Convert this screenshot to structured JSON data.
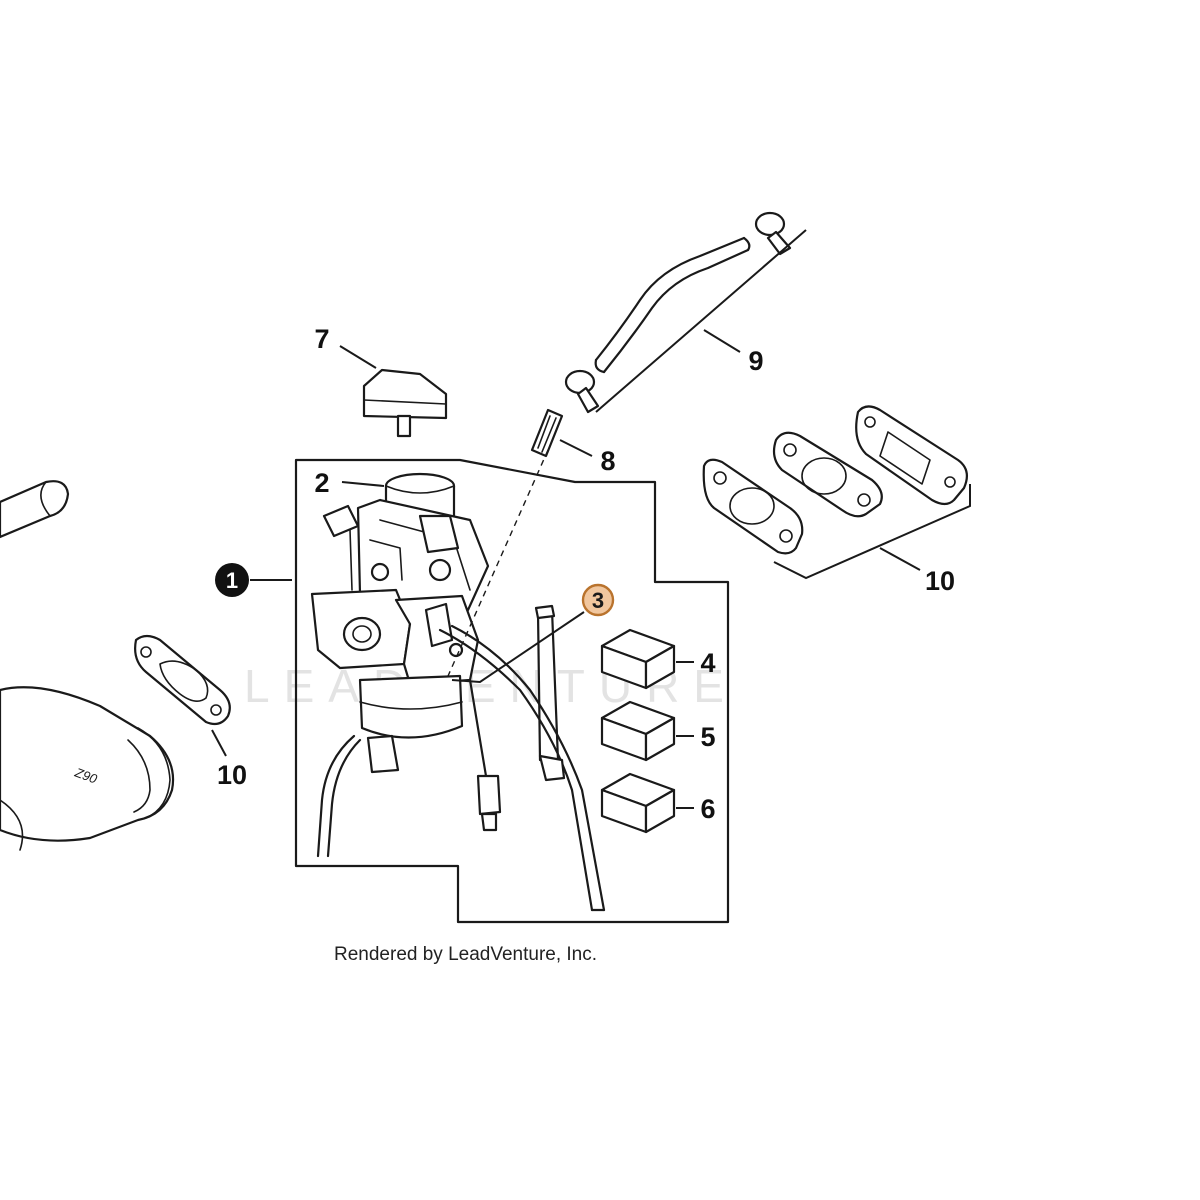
{
  "watermark": "LEADVENTURE",
  "footer": "Rendered by LeadVenture, Inc.",
  "colors": {
    "highlight_fill": "#f1c79f",
    "highlight_stroke": "#b9732d",
    "callout_filled": "#111111"
  },
  "callouts": [
    {
      "label": "1",
      "style": "filled"
    },
    {
      "label": "2",
      "style": "plain"
    },
    {
      "label": "3",
      "style": "highlighted"
    },
    {
      "label": "4",
      "style": "plain"
    },
    {
      "label": "5",
      "style": "plain"
    },
    {
      "label": "6",
      "style": "plain"
    },
    {
      "label": "7",
      "style": "plain"
    },
    {
      "label": "8",
      "style": "plain"
    },
    {
      "label": "9",
      "style": "plain"
    },
    {
      "label": "10",
      "style": "plain"
    },
    {
      "label": "10",
      "style": "plain"
    }
  ],
  "part_stamp": "Z90"
}
